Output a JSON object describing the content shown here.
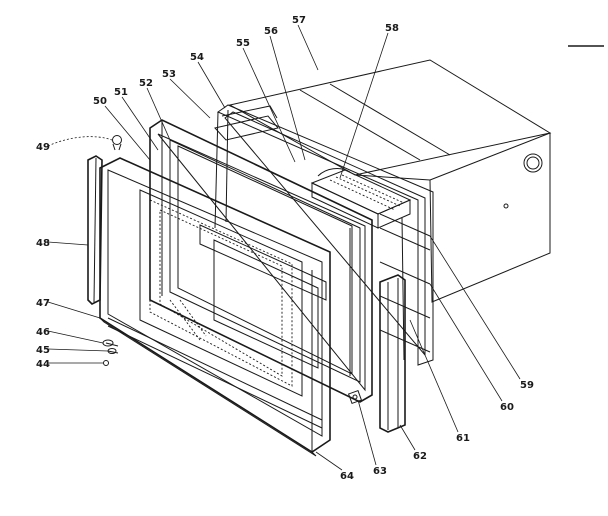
{
  "diagram": {
    "callouts": [
      {
        "id": "c44",
        "text": "44"
      },
      {
        "id": "c45",
        "text": "45"
      },
      {
        "id": "c46",
        "text": "46"
      },
      {
        "id": "c47",
        "text": "47"
      },
      {
        "id": "c48",
        "text": "48"
      },
      {
        "id": "c49",
        "text": "49"
      },
      {
        "id": "c50a",
        "text": "50"
      },
      {
        "id": "c51",
        "text": "51"
      },
      {
        "id": "c52",
        "text": "52"
      },
      {
        "id": "c53",
        "text": "53"
      },
      {
        "id": "c54",
        "text": "54"
      },
      {
        "id": "c55",
        "text": "55"
      },
      {
        "id": "c56",
        "text": "56"
      },
      {
        "id": "c57",
        "text": "57"
      },
      {
        "id": "c58",
        "text": "58"
      },
      {
        "id": "c59",
        "text": "59"
      },
      {
        "id": "c60",
        "text": "60"
      },
      {
        "id": "c61",
        "text": "61"
      },
      {
        "id": "c62",
        "text": "62"
      },
      {
        "id": "c63",
        "text": "63"
      },
      {
        "id": "c64",
        "text": "64"
      }
    ]
  }
}
